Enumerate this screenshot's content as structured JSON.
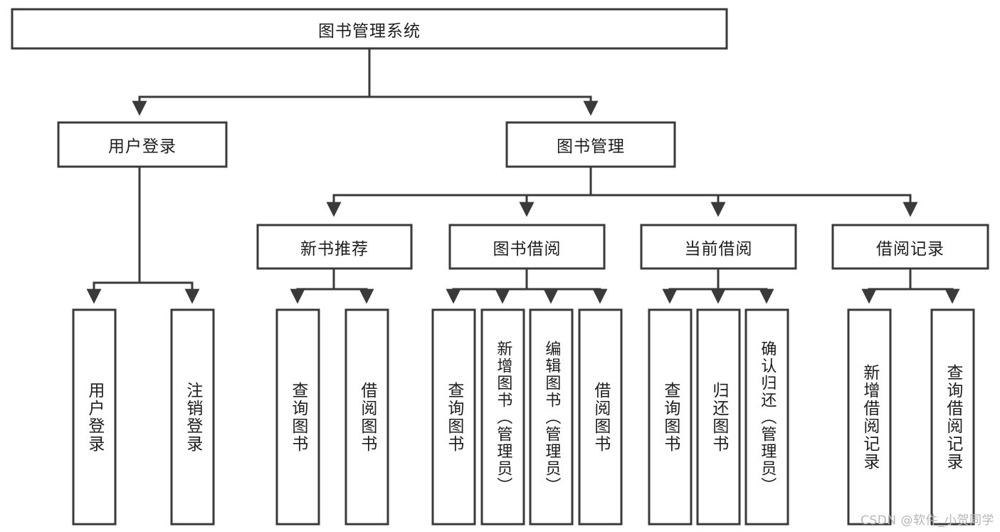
{
  "diagram": {
    "type": "tree",
    "title": "图书管理系统",
    "colors": {
      "box_stroke": "#3a3a3a",
      "box_fill": "#ffffff",
      "connector": "#3a3a3a",
      "text": "#1d1d1d",
      "background": "#ffffff",
      "watermark": "#b6b6b6"
    },
    "root": {
      "label": "图书管理系统"
    },
    "level2": [
      {
        "label": "用户登录"
      },
      {
        "label": "图书管理"
      }
    ],
    "level3": [
      {
        "label": "新书推荐"
      },
      {
        "label": "图书借阅"
      },
      {
        "label": "当前借阅"
      },
      {
        "label": "借阅记录"
      }
    ],
    "leaves": {
      "user_login": [
        {
          "label": "用户登录"
        },
        {
          "label": "注销登录"
        }
      ],
      "new_book": [
        {
          "label": "查询图书"
        },
        {
          "label": "借阅图书"
        }
      ],
      "book_borrow": [
        {
          "label": "查询图书"
        },
        {
          "label": "新增图书（管理员）"
        },
        {
          "label": "编辑图书（管理员）"
        },
        {
          "label": "借阅图书"
        }
      ],
      "current_borrow": [
        {
          "label": "查询图书"
        },
        {
          "label": "归还图书"
        },
        {
          "label": "确认归还（管理员）"
        }
      ],
      "borrow_record": [
        {
          "label": "新增借阅记录"
        },
        {
          "label": "查询借阅记录"
        }
      ]
    },
    "watermark": "CSDN @软件_小贺同学"
  }
}
